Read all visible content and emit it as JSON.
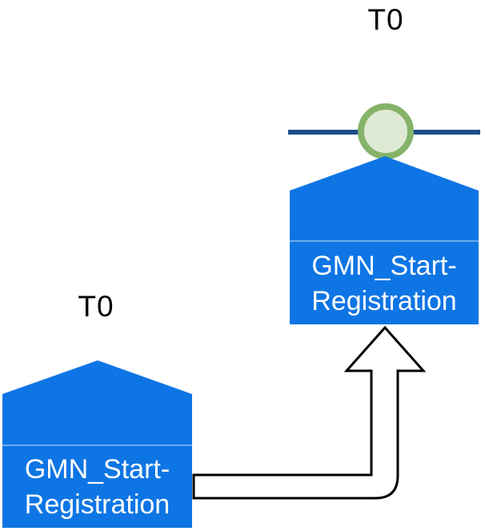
{
  "nodes": {
    "right": {
      "time_label": "T0",
      "label_line1": "GMN_Start-",
      "label_line2": "Registration",
      "full_label": "GMN_Start-Registration"
    },
    "left": {
      "time_label": "T0",
      "label_line1": "GMN_Start-",
      "label_line2": "Registration",
      "full_label": "GMN_Start-Registration"
    }
  },
  "connector": {
    "type": "bent-up-block-arrow",
    "from": "left-event-node",
    "to": "right-event-node"
  },
  "timeline": {
    "marker": "circle-on-line"
  },
  "colors": {
    "node-fill": "#0E75E4",
    "timeline-line": "#1B4F8A",
    "marker-ring": "#85B369",
    "marker-fill": "#DFEAD5",
    "arrow-fill": "#FFFFFF",
    "arrow-stroke": "#000000",
    "node-text": "#FFFFFF",
    "time-text": "#000000"
  }
}
